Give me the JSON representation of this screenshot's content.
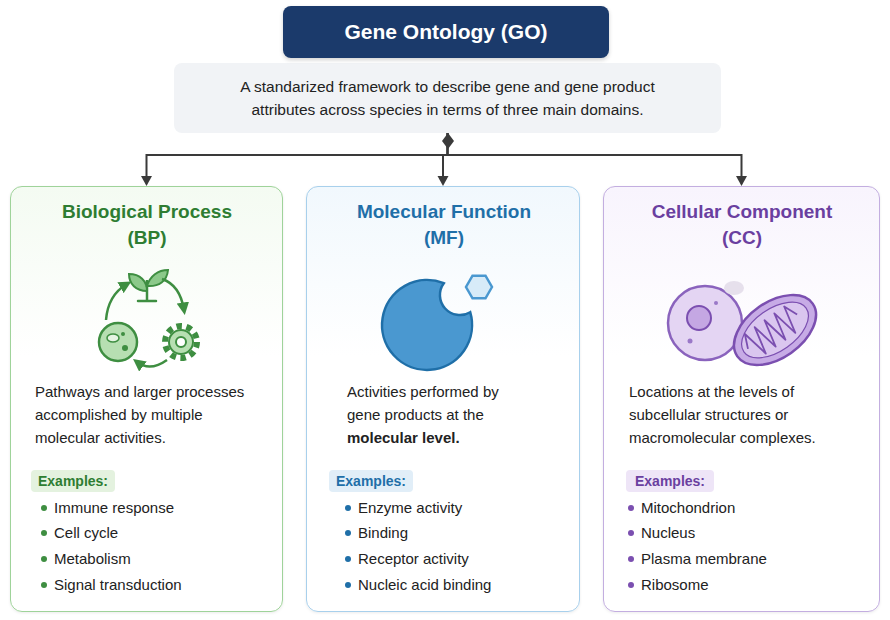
{
  "diagram": {
    "nodes": [
      {
        "text": [
          "Gene Ontology (GO)"
        ]
      },
      {
        "text": [
          "A standarized framework to describe gene and gene product attributes across species in terms of three main domains."
        ]
      },
      {
        "text": [
          "Biological Process (BP)",
          "Pathways and larger processes accomplished by multiple molecular activities.",
          "Immune response",
          "Cell cycle",
          "Metabolism",
          "Signal transduction"
        ]
      },
      {
        "text": [
          "Examples:"
        ],
        "in": 2
      },
      {
        "text": [
          "Molecular Function (MF)",
          "Activities performed by gene products at the molecular level.",
          "Enzyme activity",
          "Binding",
          "Receptor activity",
          "Nucleic acid binding"
        ]
      },
      {
        "text": [
          "Examples:"
        ],
        "in": 4
      },
      {
        "text": [
          "Cellular Component (CC)",
          "Locations at the levels of subcellular structures or macromolecular complexes.",
          "Mitochondrion",
          "Nucleus",
          "Plasma membrane",
          "Ribosome"
        ]
      },
      {
        "text": [
          "Examples:"
        ],
        "in": 6
      }
    ],
    "edges": [
      {
        "from": 1,
        "to": 2,
        "arrow": "to"
      },
      {
        "from": 1,
        "to": 4,
        "arrow": "to"
      },
      {
        "from": 1,
        "to": 6,
        "arrow": "to"
      }
    ]
  }
}
